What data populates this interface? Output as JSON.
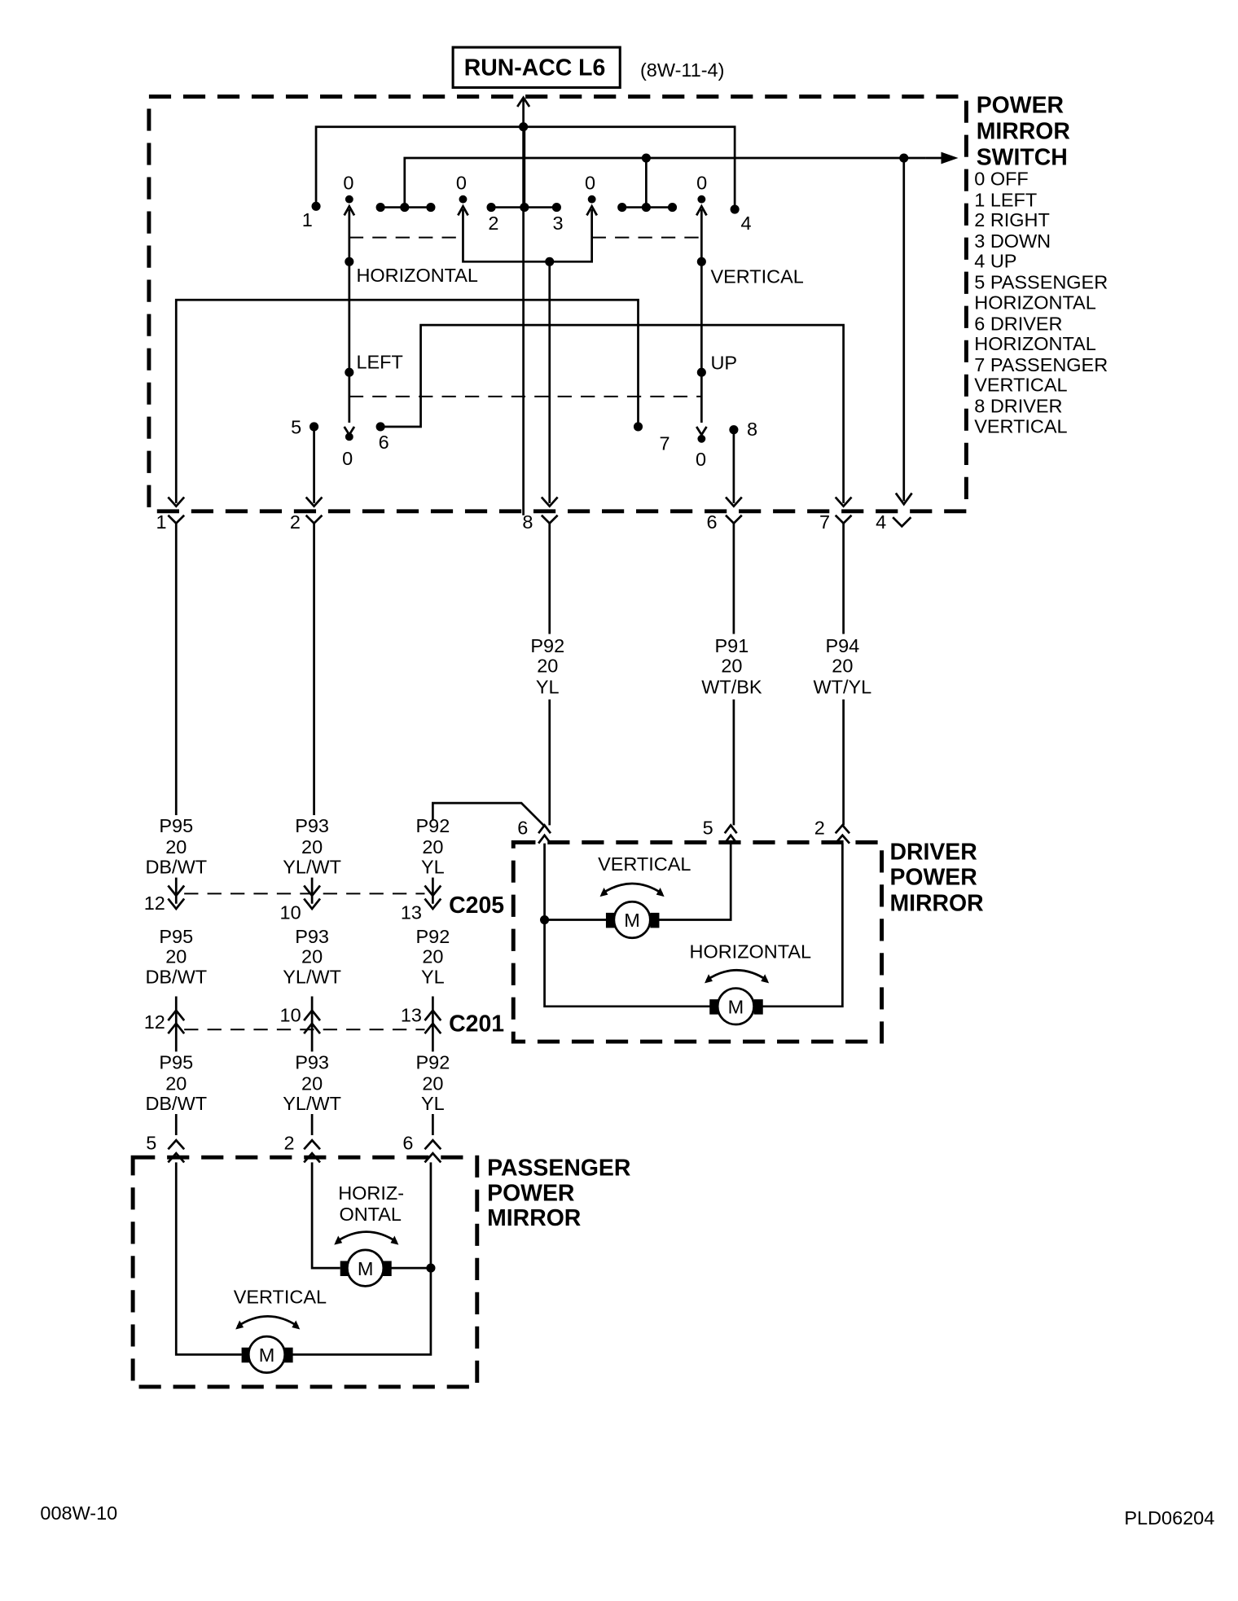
{
  "header": {
    "source_label": "RUN-ACC L6",
    "source_ref": "(8W-11-4)"
  },
  "switch": {
    "title": [
      "POWER",
      "MIRROR",
      "SWITCH"
    ],
    "legend": [
      "0 OFF",
      "1 LEFT",
      "2 RIGHT",
      "3 DOWN",
      "4 UP",
      "5 PASSENGER",
      "HORIZONTAL",
      "6 DRIVER",
      "HORIZONTAL",
      "7 PASSENGER",
      "VERTICAL",
      "8 DRIVER",
      "VERTICAL"
    ],
    "labels": {
      "horizontal": "HORIZONTAL",
      "vertical": "VERTICAL",
      "left": "LEFT",
      "up": "UP"
    },
    "zero_label": "0",
    "top_pins": [
      "1",
      "2",
      "3",
      "4"
    ],
    "bottom_pins": [
      "5",
      "6",
      "7",
      "8"
    ],
    "output_pins": [
      "1",
      "2",
      "8",
      "6",
      "7",
      "4"
    ]
  },
  "wires_upper": [
    {
      "circuit": "P92",
      "gauge": "20",
      "color": "YL"
    },
    {
      "circuit": "P91",
      "gauge": "20",
      "color": "WT/BK"
    },
    {
      "circuit": "P94",
      "gauge": "20",
      "color": "WT/YL"
    }
  ],
  "wires_lower": [
    {
      "circuit": "P95",
      "gauge": "20",
      "color": "DB/WT"
    },
    {
      "circuit": "P93",
      "gauge": "20",
      "color": "YL/WT"
    },
    {
      "circuit": "P92",
      "gauge": "20",
      "color": "YL"
    }
  ],
  "connectors": {
    "c205": {
      "name": "C205",
      "pins": [
        "12",
        "10",
        "13"
      ]
    },
    "c201": {
      "name": "C201",
      "pins": [
        "12",
        "10",
        "13"
      ]
    }
  },
  "driver_mirror": {
    "title": [
      "DRIVER",
      "POWER",
      "MIRROR"
    ],
    "pins": [
      "6",
      "5",
      "2"
    ],
    "vertical_label": "VERTICAL",
    "horizontal_label": "HORIZONTAL",
    "motor_symbol": "M"
  },
  "passenger_mirror": {
    "title": [
      "PASSENGER",
      "POWER",
      "MIRROR"
    ],
    "pins": [
      "5",
      "2",
      "6"
    ],
    "horizontal_label": [
      "HORIZ-",
      "ONTAL"
    ],
    "vertical_label": "VERTICAL",
    "motor_symbol": "M"
  },
  "footer": {
    "left_code": "008W-10",
    "right_code": "PLD06204"
  }
}
